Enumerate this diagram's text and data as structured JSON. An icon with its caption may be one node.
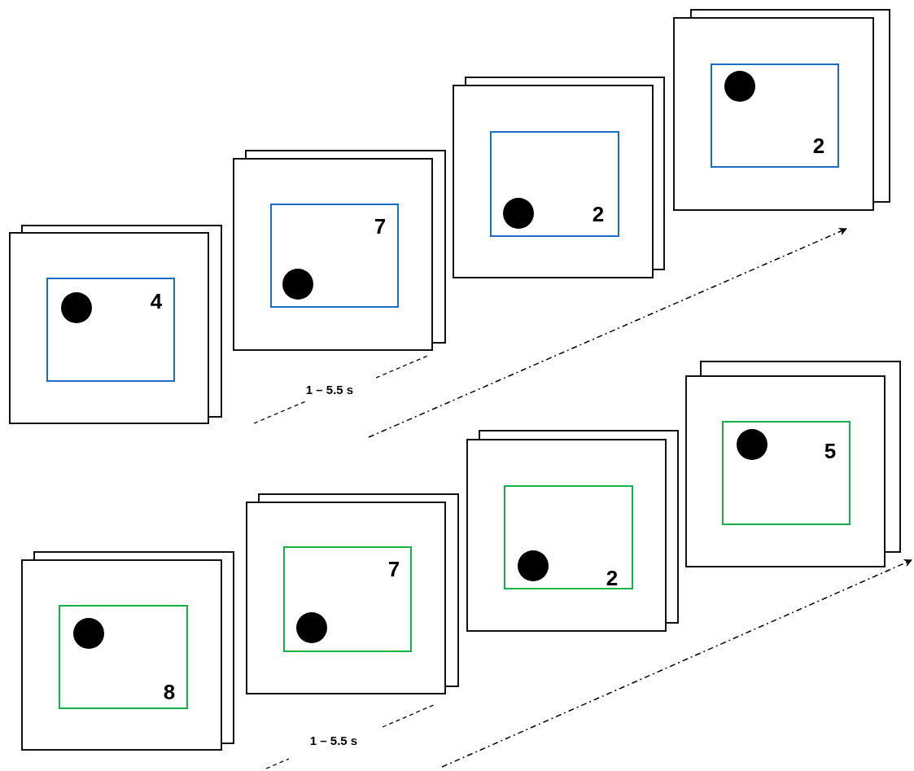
{
  "diagram": {
    "nodes": [
      {
        "text": [],
        "shape": "box"
      },
      {
        "text": [
          "4"
        ],
        "in": 0
      },
      {
        "text": [],
        "shape": "box"
      },
      {
        "text": [
          "7"
        ],
        "in": 2
      },
      {
        "text": [],
        "shape": "box"
      },
      {
        "text": [
          "2"
        ],
        "in": 4
      },
      {
        "text": [],
        "shape": "box"
      },
      {
        "text": [
          "2"
        ],
        "in": 6
      },
      {
        "text": [],
        "shape": "box"
      },
      {
        "text": [
          "8"
        ],
        "in": 8
      },
      {
        "text": [],
        "shape": "box"
      },
      {
        "text": [
          "7"
        ],
        "in": 10
      },
      {
        "text": [],
        "shape": "box"
      },
      {
        "text": [
          "2"
        ],
        "in": 12
      },
      {
        "text": [],
        "shape": "box"
      },
      {
        "text": [
          "5"
        ],
        "in": 14
      }
    ],
    "labels": [
      "1 – 5.5 s",
      "1 – 5.5 s"
    ]
  }
}
